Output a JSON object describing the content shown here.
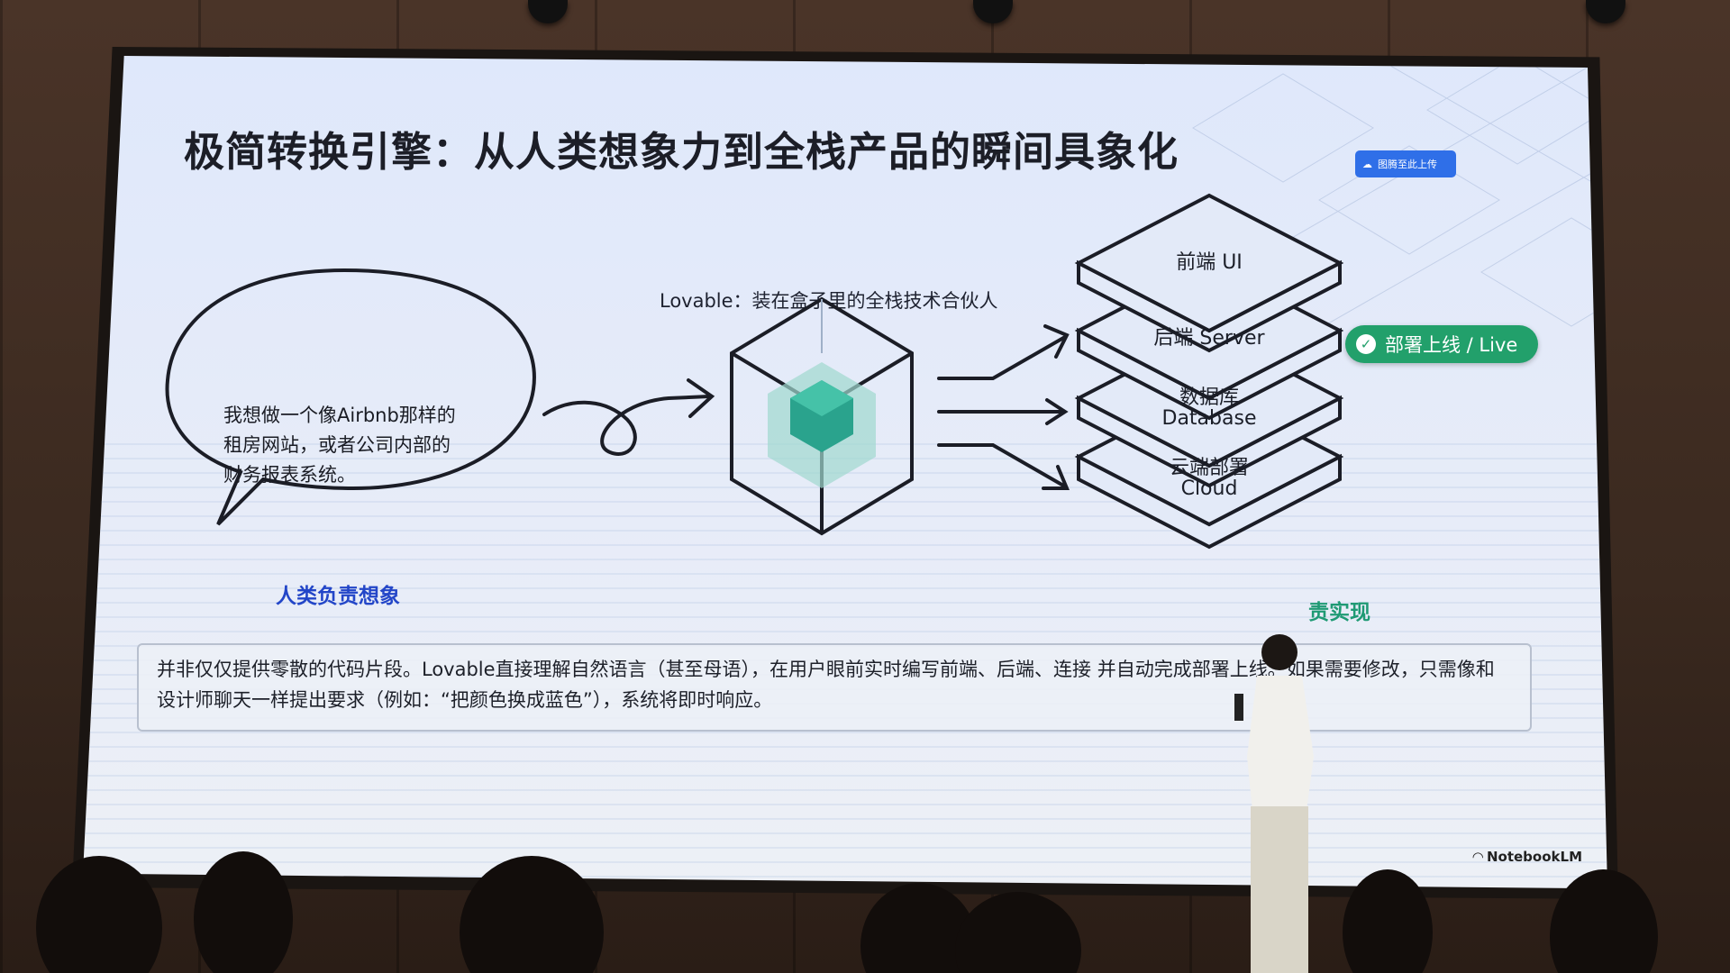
{
  "slide": {
    "title": "极简转换引擎：从人类想象力到全栈产品的瞬间具象化",
    "top_badge": "图腾至此上传",
    "subtitle": "Lovable：装在盒子里的全栈技术合伙人",
    "speech_bubble": [
      "我想做一个像Airbnb那样的",
      "租房网站，或者公司内部的",
      "财务报表系统。"
    ],
    "stack": {
      "frontend": "前端 UI",
      "backend": "后端 Server",
      "database": [
        "数据库",
        "Database"
      ],
      "cloud": [
        "云端部署",
        "Cloud"
      ]
    },
    "live_badge": "部署上线 / Live",
    "left_caption": "人类负责想象",
    "right_caption": "责实现",
    "description": "并非仅仅提供零散的代码片段。Lovable直接理解自然语言（甚至母语），在用户眼前实时编写前端、后端、连接 并自动完成部署上线。如果需要修改，只需像和设计师聊天一样提出要求（例如：“把颜色换成蓝色”），系统将即时响应。",
    "brand": "NotebookLM"
  },
  "colors": {
    "screen_bg": "#dfe8fb",
    "accent_green": "#22a06b",
    "accent_blue": "#2346c8",
    "badge_blue": "#2f6fe8"
  },
  "icons": [
    "gear-cloud-icon",
    "check-icon",
    "notebooklm-logo-icon",
    "cube-icon",
    "arrow-icon"
  ]
}
